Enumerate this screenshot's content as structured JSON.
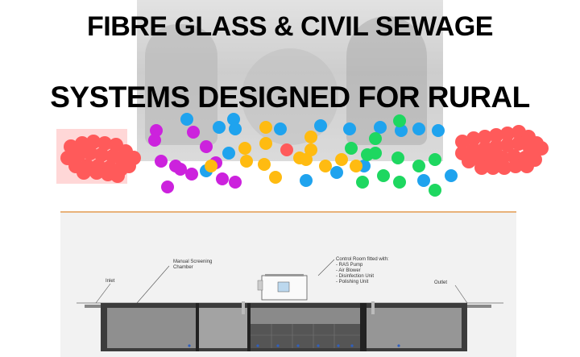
{
  "title": {
    "line1": "FIBRE GLASS & CIVIL SEWAGE",
    "line2": "SYSTEMS DESIGNED FOR RURAL"
  },
  "diagram": {
    "labels": {
      "inlet": "Inlet",
      "manual_screening": "Manual Screening",
      "manual_screening_2": "Chamber",
      "control_room": "Control Room fitted with:",
      "ras_pump": "- RAS Pump",
      "air_blower": "- Air Blower",
      "disinfection_unit": "- Disinfection Unit",
      "polishing_unit": "- Polishing Unit",
      "outlet": "Outlet"
    }
  },
  "colors": {
    "red": "#ff5a5a",
    "magenta": "#cc22dd",
    "blue": "#1fa3ee",
    "orange": "#ffbb11",
    "green": "#1ed760"
  }
}
